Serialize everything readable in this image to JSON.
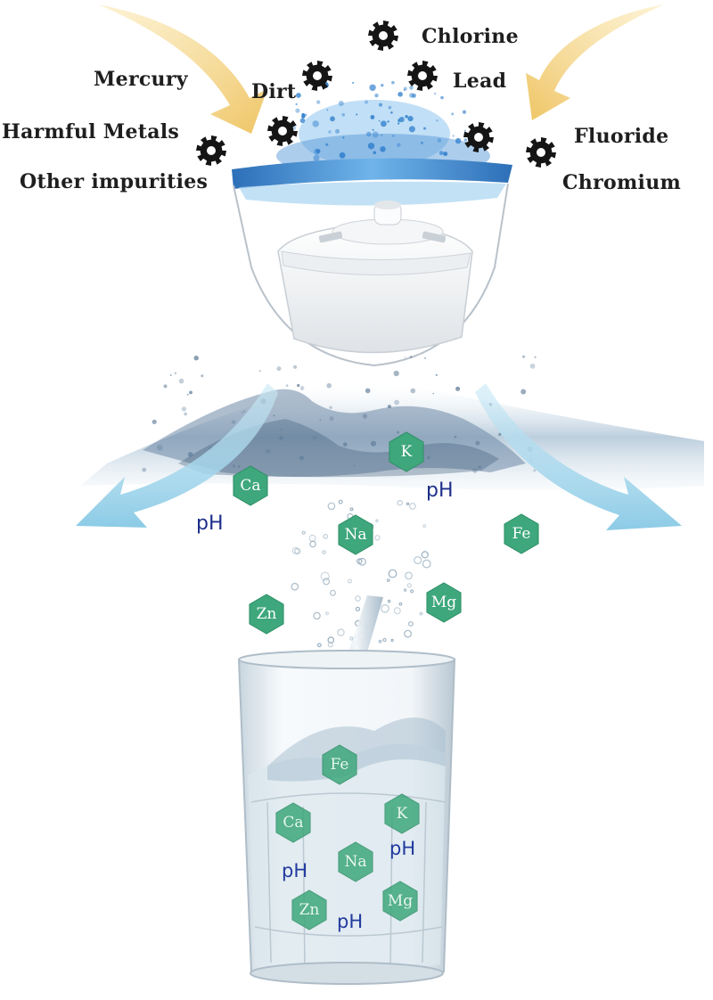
{
  "impurities": {
    "chlorine": "Chlorine",
    "mercury": "Mercury",
    "dirt": "Dirt",
    "lead": "Lead",
    "harmful_metals": "Harmful Metals",
    "fluoride": "Fluoride",
    "other_impurities": "Other impurities",
    "chromium": "Chromium"
  },
  "ph": "pH",
  "minerals": {
    "potassium": "K",
    "calcium": "Ca",
    "sodium": "Na",
    "iron": "Fe",
    "zinc": "Zn",
    "magnesium": "Mg"
  },
  "colors": {
    "mineral_hex": "#3ea77c",
    "impurity_gear": "#151515",
    "arrow_in": "#f2d27a",
    "arrow_out": "#9dd3ea",
    "ph_text": "#1d2f8a",
    "water": "#3d8fd6"
  },
  "icons": {
    "impurity": "gear-icon",
    "mineral": "hexagon-icon"
  }
}
